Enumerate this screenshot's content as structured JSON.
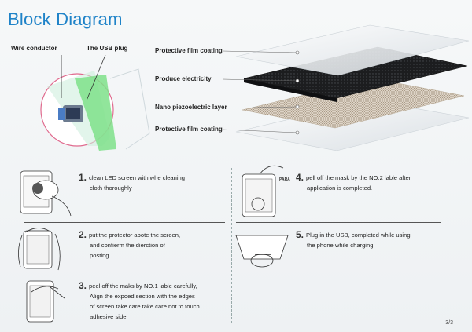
{
  "title": "Block Diagram",
  "top_labels": {
    "wire": "Wire conductor",
    "usb": "The USB plug"
  },
  "layers": [
    "Protective film coating",
    "Produce electricity",
    "Nano piezoelectric layer",
    "Protective film coating"
  ],
  "steps": {
    "s1": {
      "num": "1.",
      "lines": [
        "clean LED screen with whe cleaning",
        "cloth thoroughly"
      ]
    },
    "s2": {
      "num": "2.",
      "lines": [
        "put the protector abote the screen,",
        "and confierm the dierction of",
        "posting"
      ]
    },
    "s3": {
      "num": "3.",
      "lines": [
        "peel off the maks by NO.1 lable carefully,",
        "Align the expoed section with the edges",
        "of screen.take care.take care not to touch",
        "adhesive side."
      ]
    },
    "s4": {
      "num": "4.",
      "tag": "PARA",
      "lines": [
        "pell off the mask by the NO.2 lable after",
        "application is completed."
      ]
    },
    "s5": {
      "num": "5.",
      "lines": [
        "Plug in the USB, completed while using",
        "the phone while charging."
      ]
    }
  },
  "page_number": "3/3",
  "colors": {
    "title": "#1f83c8",
    "accent_circle": "#e06a8e",
    "green": "#7ee08a"
  }
}
